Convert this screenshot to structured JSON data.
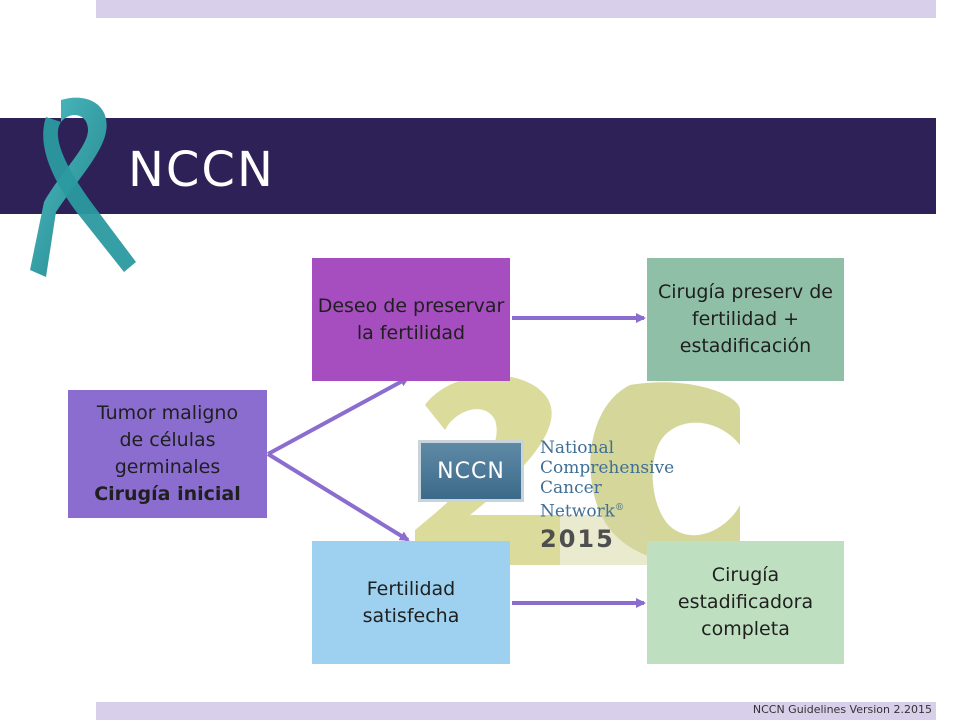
{
  "slide": {
    "title": "NCCN",
    "footer": "NCCN Guidelines Version 2.2015"
  },
  "logo": {
    "box_text": "NCCN",
    "lines": [
      "National",
      "Comprehensive",
      "Cancer",
      "Network"
    ],
    "registered": "®",
    "year": "2015"
  },
  "flow": {
    "start": {
      "line1": "Tumor maligno",
      "line2": "de células",
      "line3": "germinales",
      "line4": "Cirugía inicial"
    },
    "desire": "Deseo de preservar la fertilidad",
    "fertility": "Fertilidad satisfecha",
    "preserve": "Cirugía preserv de fertilidad + estadificación",
    "staging": "Cirugía estadificadora completa"
  },
  "colors": {
    "title_bar": "#2e2157",
    "accent_bar": "#d8d0ea",
    "ribbon": "#2a9aa0",
    "arrow": "#8b6dcf",
    "start_box": "#8b6dcf",
    "desire_box": "#a64dbf",
    "fertility_box": "#9ed1ef",
    "preserve_box": "#8fbfa6",
    "staging_box": "#bfe0c0"
  }
}
